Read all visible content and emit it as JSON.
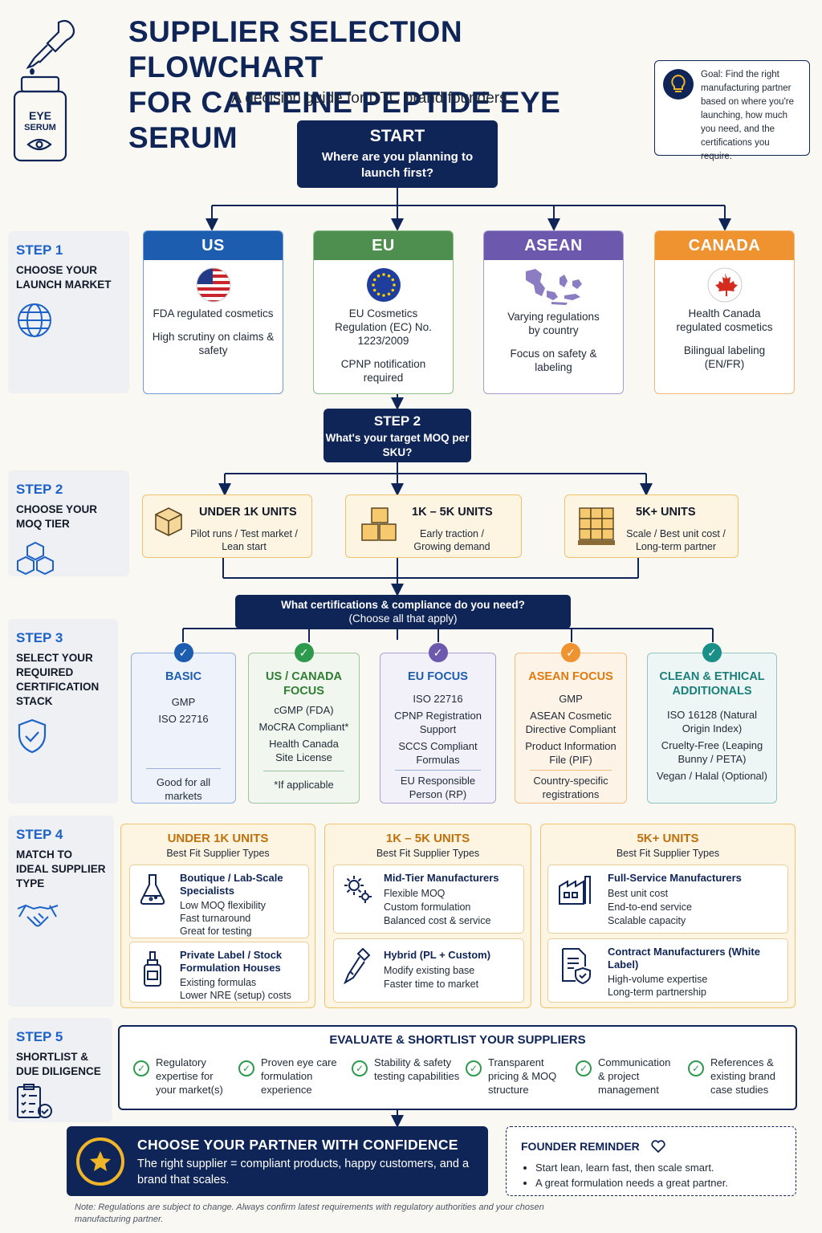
{
  "header": {
    "title": "SUPPLIER SELECTION FLOWCHART FOR CAFFEINE PEPTIDE EYE SERUM",
    "title_line1": "SUPPLIER SELECTION FLOWCHART",
    "title_line2": "FOR CAFFEINE PEPTIDE EYE SERUM",
    "subtitle": "A decision guide for DTC brand founders",
    "product_label_line1": "EYE",
    "product_label_line2": "SERUM"
  },
  "goal": {
    "text": "Goal: Find the right manufacturing partner based on where you're launching, how much you need, and the certifications you require.",
    "icon": "lightbulb-icon"
  },
  "start": {
    "heading": "START",
    "question": "Where are you planning to launch first?"
  },
  "step1": {
    "number": "STEP 1",
    "title": "CHOOSE YOUR LAUNCH MARKET",
    "icon": "globe-icon",
    "markets": [
      {
        "name": "US",
        "color": "#1c5db0",
        "border": "#6f9bd6",
        "icon": "us-flag-icon",
        "line1": "FDA regulated cosmetics",
        "line2": "High scrutiny on claims & safety"
      },
      {
        "name": "EU",
        "color": "#4e8e4f",
        "border": "#8fbf8a",
        "icon": "eu-flag-icon",
        "line1": "EU Cosmetics Regulation (EC) No. 1223/2009",
        "line2": "CPNP notification required"
      },
      {
        "name": "ASEAN",
        "color": "#6c58ad",
        "border": "#a89bd4",
        "icon": "asean-map-icon",
        "line1": "Varying regulations by country",
        "line2": "Focus on safety & labeling"
      },
      {
        "name": "CANADA",
        "color": "#ef9230",
        "border": "#f3b876",
        "icon": "maple-leaf-icon",
        "line1": "Health Canada regulated cosmetics",
        "line2": "Bilingual labeling (EN/FR)"
      }
    ]
  },
  "step2": {
    "number": "STEP 2",
    "title": "CHOOSE YOUR MOQ TIER",
    "icon": "cubes-icon",
    "box_heading": "STEP 2",
    "box_question": "What's your target MOQ per SKU?",
    "tiers": [
      {
        "name": "UNDER 1K UNITS",
        "desc": "Pilot runs / Test market / Lean start",
        "icon": "single-box-icon"
      },
      {
        "name": "1K – 5K UNITS",
        "desc": "Early traction / Growing demand",
        "icon": "stacked-boxes-icon"
      },
      {
        "name": "5K+ UNITS",
        "desc": "Scale / Best unit cost / Long-term partner",
        "icon": "pallet-boxes-icon"
      }
    ]
  },
  "step3": {
    "number": "STEP 3",
    "title": "SELECT YOUR REQUIRED CERTIFICATION STACK",
    "icon": "shield-check-icon",
    "question": "What certifications & compliance do you need?",
    "question_note": "(Choose all that apply)",
    "stacks": [
      {
        "name": "BASIC",
        "color": "#1c5db0",
        "bg": "#eef3fb",
        "border": "#8fb0dd",
        "items": [
          "GMP",
          "ISO 22716"
        ],
        "footer": [
          "Good for all markets"
        ]
      },
      {
        "name": "US / CANADA FOCUS",
        "color": "#2e7d32",
        "bg": "#f1f7ee",
        "border": "#9cc79a",
        "items": [
          "cGMP (FDA)",
          "MoCRA Compliant*",
          "Health Canada Site License"
        ],
        "footer": [
          "*If applicable"
        ]
      },
      {
        "name": "EU FOCUS",
        "color": "#1c5db0",
        "bg": "#f2f1fa",
        "border": "#a9a1d6",
        "items": [
          "ISO 22716",
          "CPNP Registration Support",
          "SCCS Compliant Formulas"
        ],
        "footer": [
          "EU Responsible Person (RP)"
        ]
      },
      {
        "name": "ASEAN FOCUS",
        "color": "#e07a10",
        "bg": "#fdf3e6",
        "border": "#f2bf80",
        "items": [
          "GMP",
          "ASEAN Cosmetic Directive Compliant",
          "Product Information File (PIF)"
        ],
        "footer": [
          "Country-specific registrations"
        ]
      },
      {
        "name": "CLEAN & ETHICAL ADDITIONALS",
        "color": "#1a7f7a",
        "bg": "#eef6f5",
        "border": "#8fc6c2",
        "items": [
          "ISO 16128 (Natural Origin Index)",
          "Cruelty-Free (Leaping Bunny / PETA)",
          "Vegan / Halal (Optional)"
        ],
        "footer": []
      }
    ]
  },
  "step4": {
    "number": "STEP 4",
    "title": "MATCH TO IDEAL SUPPLIER TYPE",
    "icon": "handshake-icon",
    "subheading": "Best Fit Supplier Types",
    "columns": [
      {
        "name": "UNDER 1K UNITS",
        "cards": [
          {
            "title": "Boutique / Lab-Scale Specialists",
            "icon": "flask-icon",
            "lines": [
              "Low MOQ flexibility",
              "Fast turnaround",
              "Great for testing"
            ]
          },
          {
            "title": "Private Label / Stock Formulation Houses",
            "icon": "dropper-bottle-icon",
            "lines": [
              "Existing formulas",
              "Lower NRE (setup) costs"
            ]
          }
        ]
      },
      {
        "name": "1K – 5K UNITS",
        "cards": [
          {
            "title": "Mid-Tier Manufacturers",
            "icon": "gears-icon",
            "lines": [
              "Flexible MOQ",
              "Custom formulation",
              "Balanced cost & service"
            ]
          },
          {
            "title": "Hybrid (PL + Custom)",
            "icon": "pipette-icon",
            "lines": [
              "Modify existing base",
              "Faster time to market"
            ]
          }
        ]
      },
      {
        "name": "5K+ UNITS",
        "cards": [
          {
            "title": "Full-Service Manufacturers",
            "icon": "factory-icon",
            "lines": [
              "Best unit cost",
              "End-to-end service",
              "Scalable capacity"
            ]
          },
          {
            "title": "Contract Manufacturers (White Label)",
            "icon": "contract-shield-icon",
            "lines": [
              "High-volume expertise",
              "Long-term partnership"
            ]
          }
        ]
      }
    ]
  },
  "step5": {
    "number": "STEP 5",
    "title": "SHORTLIST & DUE DILIGENCE",
    "icon": "checklist-icon",
    "heading": "EVALUATE & SHORTLIST YOUR SUPPLIERS",
    "criteria": [
      "Regulatory expertise for your market(s)",
      "Proven eye care formulation experience",
      "Stability & safety testing capabilities",
      "Transparent pricing & MOQ structure",
      "Communication & project management",
      "References & existing brand case studies"
    ]
  },
  "final": {
    "heading": "CHOOSE YOUR PARTNER WITH CONFIDENCE",
    "text": "The right supplier = compliant products, happy customers, and a brand that scales.",
    "icon": "star-badge-icon"
  },
  "reminder": {
    "heading": "FOUNDER REMINDER",
    "icon": "heart-icon",
    "items": [
      "Start lean, learn fast, then scale smart.",
      "A great formulation needs a great partner."
    ]
  },
  "note": "Note: Regulations are subject to change. Always confirm latest requirements with regulatory authorities and your chosen manufacturing partner."
}
